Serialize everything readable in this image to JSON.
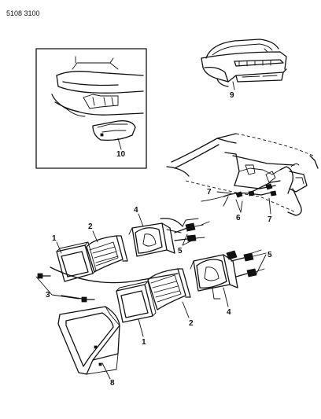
{
  "diagram_code": "5108 3100",
  "callouts": {
    "c1a": "1",
    "c1b": "1",
    "c2a": "2",
    "c2b": "2",
    "c3": "3",
    "c4a": "4",
    "c4b": "4",
    "c5a": "5",
    "c5b": "5",
    "c6": "6",
    "c7a": "7",
    "c7b": "7",
    "c8": "8",
    "c9": "9",
    "c10": "10"
  }
}
